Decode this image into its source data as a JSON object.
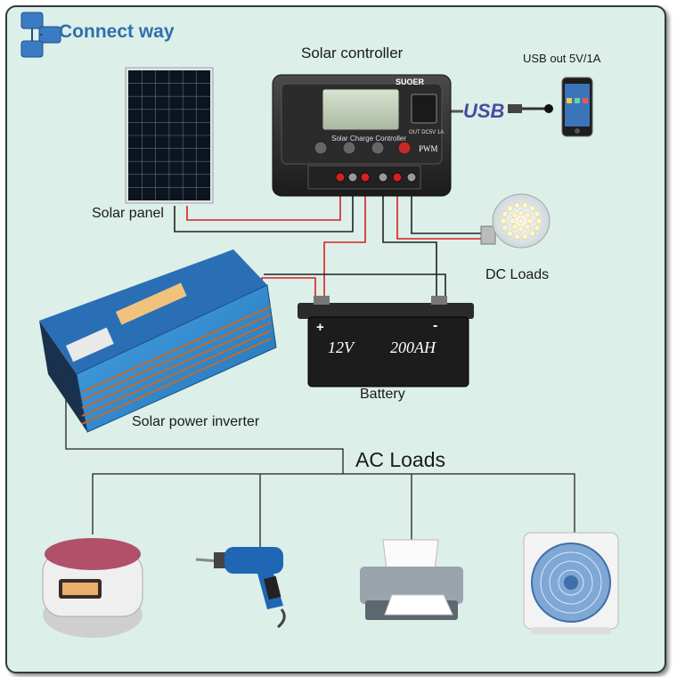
{
  "header": {
    "title": "Connect way",
    "icon": "network-connection-icon"
  },
  "labels": {
    "solar_controller": "Solar controller",
    "usb_out": "USB out 5V/1A",
    "solar_panel": "Solar panel",
    "dc_loads": "DC Loads",
    "battery": "Battery",
    "inverter": "Solar power inverter",
    "ac_loads": "AC Loads"
  },
  "controller": {
    "brand": "SUOER",
    "panel_text": "Solar Charge Controller",
    "pwm": "PWM",
    "out_rating": "OUT DC5V 1A",
    "usb_tag": "USB"
  },
  "battery_unit": {
    "voltage": "12V",
    "capacity": "200AH",
    "plus": "+",
    "minus": "-"
  },
  "ac_devices": [
    "rice-cooker-icon",
    "electric-drill-icon",
    "printer-icon",
    "electric-fan-icon"
  ],
  "colors": {
    "title_blue": "#2f6fae",
    "wire_red": "#d62020",
    "wire_black": "#222222",
    "background": "#dcefe8"
  }
}
